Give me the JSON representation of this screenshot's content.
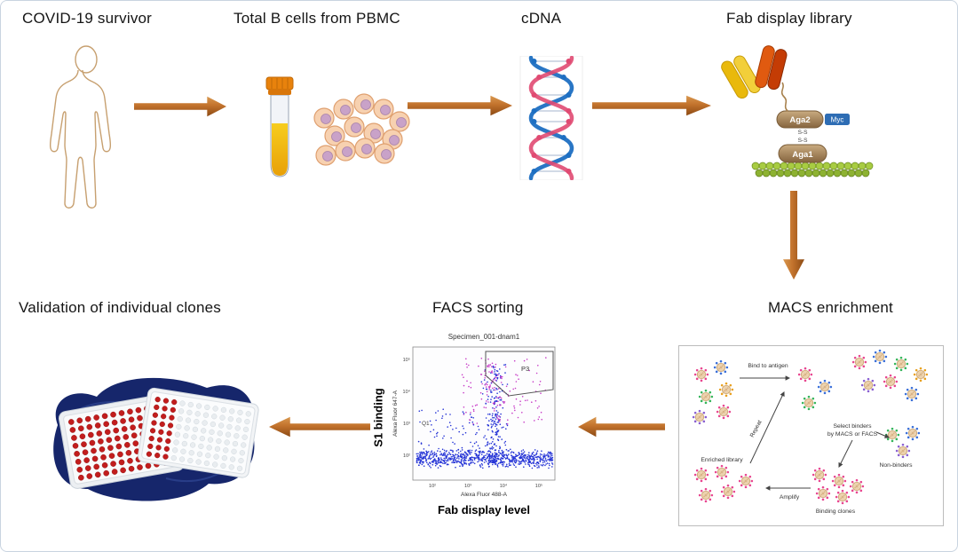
{
  "labels": {
    "survivor": "COVID-19 survivor",
    "bcells": "Total B cells from PBMC",
    "cdna": "cDNA",
    "fab": "Fab display library",
    "validation": "Validation of individual clones",
    "facs": "FACS sorting",
    "macs": "MACS enrichment"
  },
  "fab_diagram": {
    "aga2": "Aga2",
    "aga1": "Aga1",
    "myc": "Myc",
    "ss_top": "S-S",
    "ss_bottom": "S-S"
  },
  "macs_diagram": {
    "bind_to_antigen": "Bind to antigen",
    "select_line1": "Select binders",
    "select_line2": "by MACS or FACS",
    "non_binders": "Non-binders",
    "binding_clones": "Binding clones",
    "amplify": "Amplify",
    "enriched_library": "Enriched library",
    "repeat": "Repeat"
  },
  "facs_plot": {
    "title": "Specimen_001-dnam1",
    "y_axis": "Alexa Fluor 647-A",
    "x_axis": "Alexa Fluor 488-A",
    "y_label_bold": "S1 binding",
    "x_label_bold": "Fab display level",
    "gate_p3": "P3",
    "gate_q1": "Q1",
    "y_ticks": [
      "10⁵",
      "10⁴",
      "10³",
      "10²"
    ],
    "x_ticks": [
      "10²",
      "10³",
      "10⁴",
      "10⁵"
    ]
  },
  "colors": {
    "arrow_light": "#d9984f",
    "arrow_dark": "#8c4a14",
    "plate_navy": "#16266b",
    "membrane_green": "#9ec43a",
    "box_tan": "#a98a5f",
    "myc_blue": "#2e6db4",
    "scatter_blue": "#2433d6",
    "scatter_magenta": "#c73bc7"
  }
}
